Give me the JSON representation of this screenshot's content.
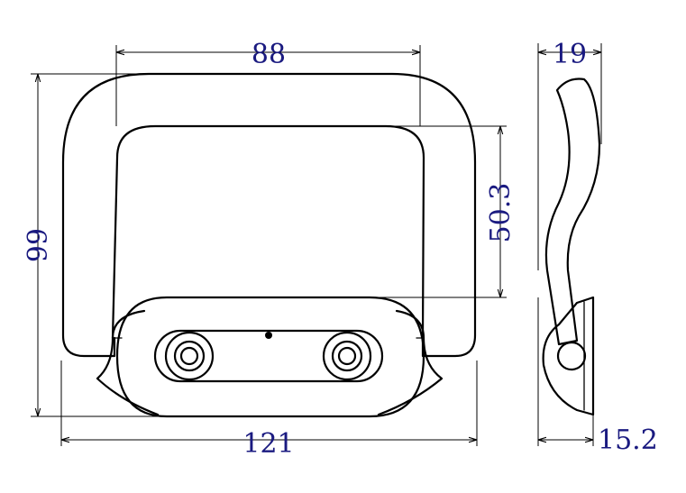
{
  "dimensions": {
    "top_width": "88",
    "overall_height": "99",
    "inner_height": "50.3",
    "base_width": "121",
    "side_top_width": "19",
    "side_base_width": "15.2"
  },
  "colors": {
    "outline": "#000000",
    "dimension_text": "#1a1a80",
    "background": "#ffffff"
  }
}
